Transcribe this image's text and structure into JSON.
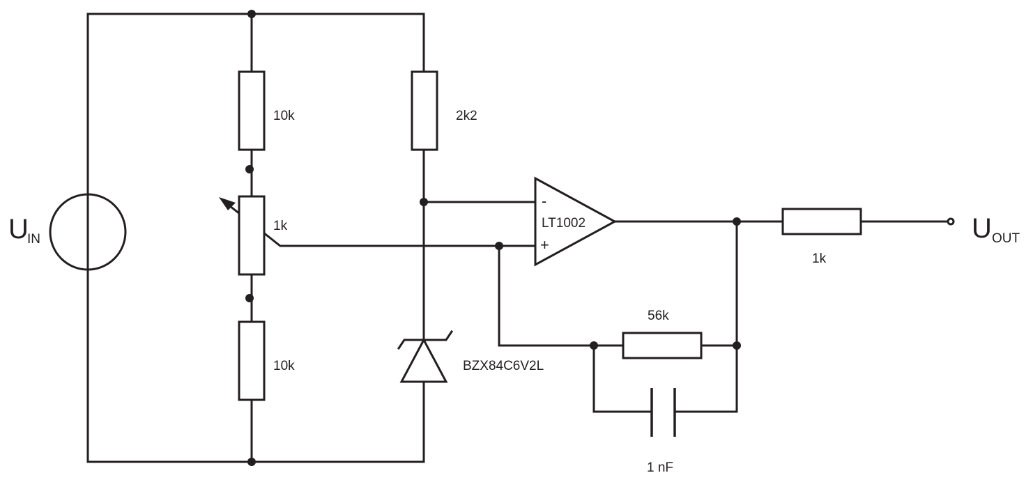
{
  "colors": {
    "ink": "#231f20",
    "background": "#ffffff"
  },
  "source": {
    "symbol": "U",
    "subscript": "IN"
  },
  "output": {
    "symbol": "U",
    "subscript": "OUT"
  },
  "resistors": {
    "r_top": "10k",
    "r_bottom": "10k",
    "r_zener": "2k2",
    "r_output": "1k",
    "r_feedback": "56k"
  },
  "potentiometer": {
    "value": "1k"
  },
  "opamp": {
    "part": "LT1002",
    "minus": "-",
    "plus": "+"
  },
  "zener": {
    "part": "BZX84C6V2L"
  },
  "capacitor": {
    "value": "1 nF"
  }
}
